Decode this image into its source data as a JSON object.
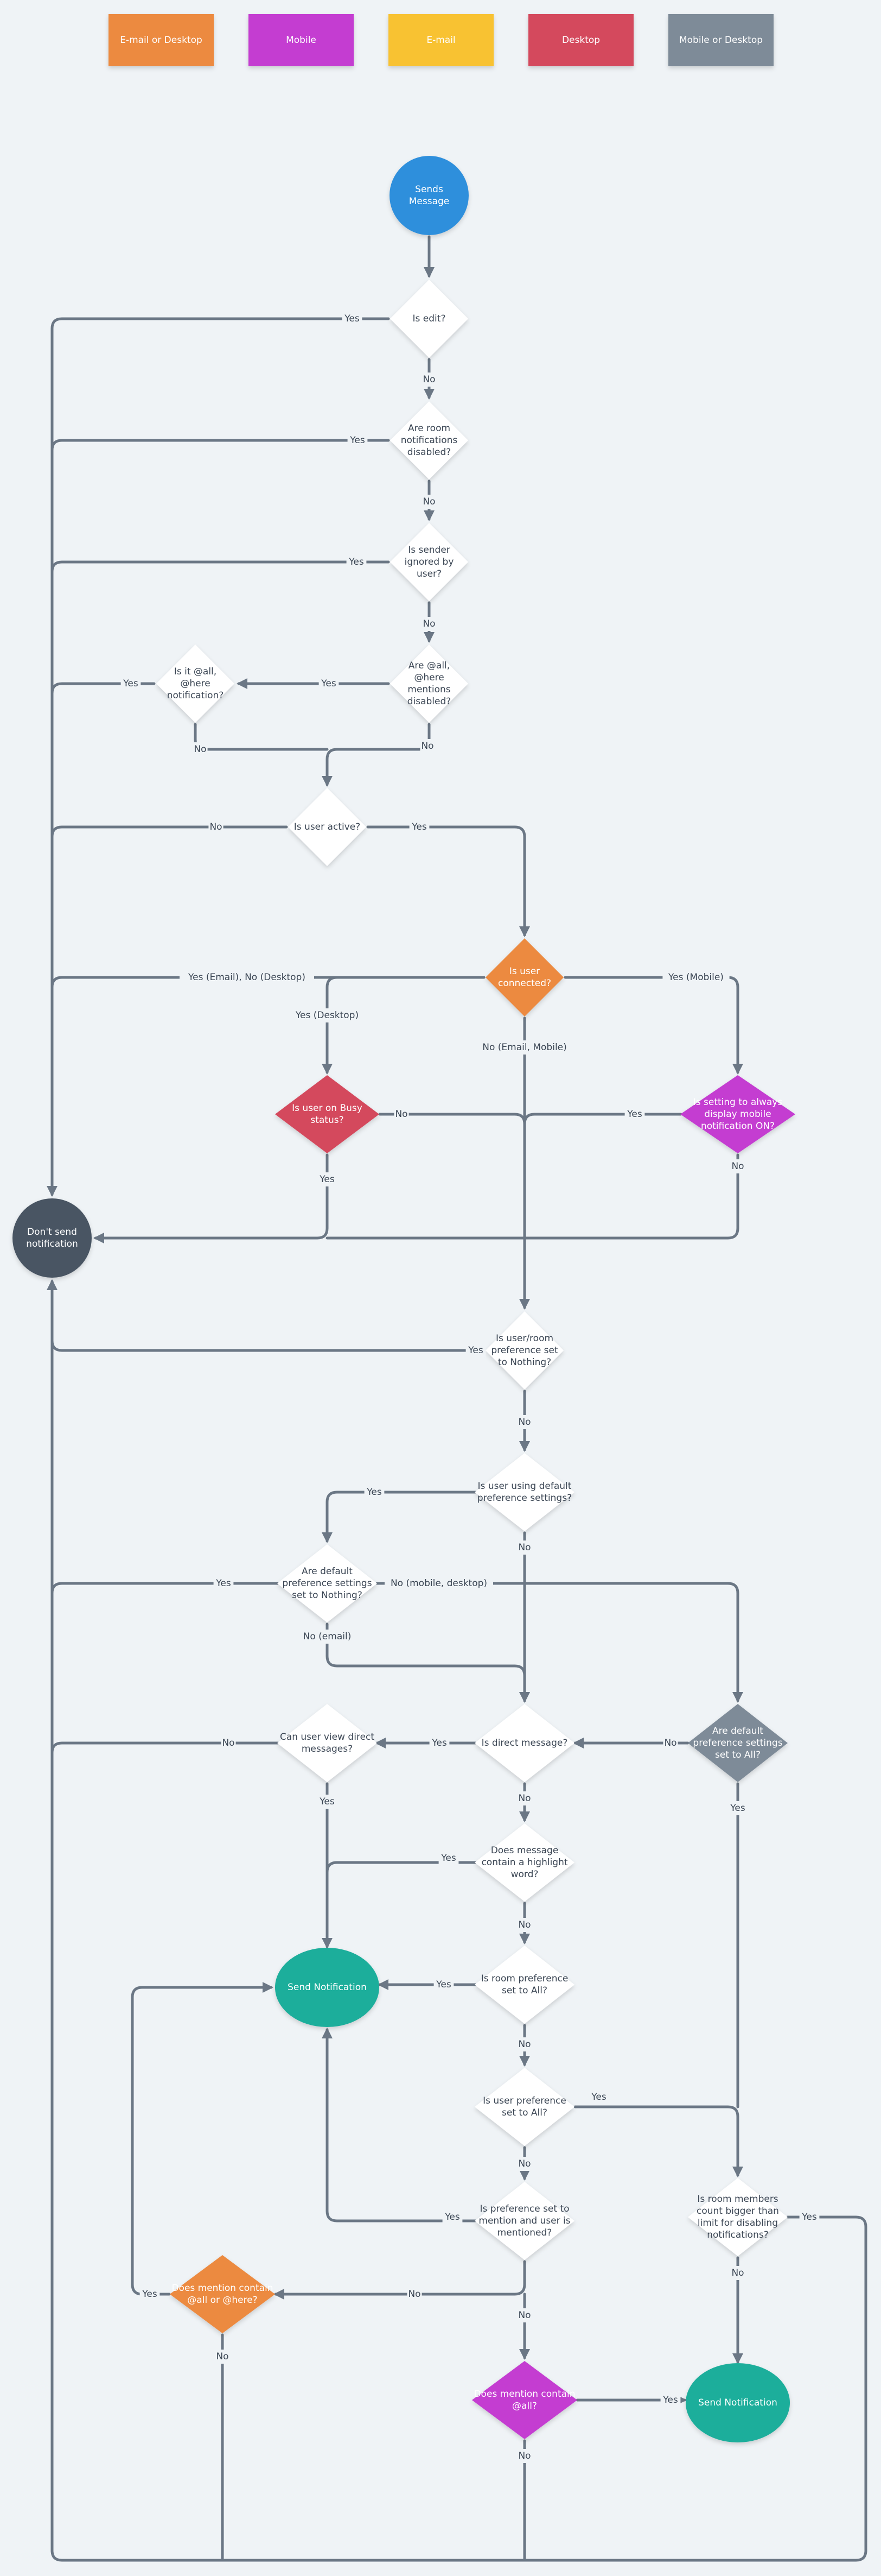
{
  "colors": {
    "orange": "#ec8a3f",
    "purple": "#c43ed1",
    "yellow": "#f8c232",
    "red": "#d44a5d",
    "slate": "#7e8b98",
    "blue": "#2f8fdc",
    "teal": "#1fae9b",
    "dark": "#485563",
    "white": "#ffffff",
    "edge": "#6b7785"
  },
  "legend": [
    {
      "id": "email-or-desktop",
      "label": "E-mail or Desktop",
      "color": "orange"
    },
    {
      "id": "mobile",
      "label": "Mobile",
      "color": "purple"
    },
    {
      "id": "email",
      "label": "E-mail",
      "color": "yellow"
    },
    {
      "id": "desktop",
      "label": "Desktop",
      "color": "red"
    },
    {
      "id": "mobile-or-desktop",
      "label": "Mobile or Desktop",
      "color": "slate"
    }
  ],
  "nodes": [
    {
      "id": "sends-message",
      "shape": "circle",
      "color": "blue",
      "lines": [
        "Sends",
        "Message"
      ]
    },
    {
      "id": "is-edit",
      "shape": "diamond",
      "color": "white",
      "lines": [
        "Is edit?"
      ]
    },
    {
      "id": "room-notif-disabled",
      "shape": "diamond",
      "color": "white",
      "lines": [
        "Are room",
        "notifications",
        "disabled?"
      ]
    },
    {
      "id": "sender-ignored",
      "shape": "diamond",
      "color": "white",
      "lines": [
        "Is sender",
        "ignored by",
        "user?"
      ]
    },
    {
      "id": "all-here-disabled",
      "shape": "diamond",
      "color": "white",
      "lines": [
        "Are @all,",
        "@here",
        "mentions",
        "disabled?"
      ]
    },
    {
      "id": "is-all-here-notif",
      "shape": "diamond",
      "color": "white",
      "lines": [
        "Is it @all,",
        "@here",
        "notification?"
      ]
    },
    {
      "id": "user-active",
      "shape": "diamond",
      "color": "white",
      "lines": [
        "Is user active?"
      ]
    },
    {
      "id": "user-connected",
      "shape": "diamond",
      "color": "orange",
      "lines": [
        "Is user",
        "connected?"
      ]
    },
    {
      "id": "user-busy",
      "shape": "diamond",
      "color": "red",
      "lines": [
        "Is user on Busy",
        "status?"
      ]
    },
    {
      "id": "always-mobile",
      "shape": "diamond",
      "color": "purple",
      "lines": [
        "Is setting to always",
        "display mobile",
        "notification ON?"
      ]
    },
    {
      "id": "dont-send",
      "shape": "circle",
      "color": "dark",
      "lines": [
        "Don't send",
        "notification"
      ]
    },
    {
      "id": "pref-nothing",
      "shape": "diamond",
      "color": "white",
      "lines": [
        "Is user/room",
        "preference set",
        "to Nothing?"
      ]
    },
    {
      "id": "using-default",
      "shape": "diamond",
      "color": "white",
      "lines": [
        "Is user using default",
        "preference settings?"
      ]
    },
    {
      "id": "default-nothing",
      "shape": "diamond",
      "color": "white",
      "lines": [
        "Are default",
        "preference settings",
        "set to Nothing?"
      ]
    },
    {
      "id": "is-direct",
      "shape": "diamond",
      "color": "white",
      "lines": [
        "Is direct message?"
      ]
    },
    {
      "id": "default-all",
      "shape": "diamond",
      "color": "slate",
      "lines": [
        "Are default",
        "preference settings",
        "set to All?"
      ]
    },
    {
      "id": "can-view-direct",
      "shape": "diamond",
      "color": "white",
      "lines": [
        "Can user view direct",
        "messages?"
      ]
    },
    {
      "id": "highlight-word",
      "shape": "diamond",
      "color": "white",
      "lines": [
        "Does message",
        "contain a highlight",
        "word?"
      ]
    },
    {
      "id": "send-notif-1",
      "shape": "ellipse",
      "color": "teal",
      "lines": [
        "Send Notification"
      ]
    },
    {
      "id": "room-pref-all",
      "shape": "diamond",
      "color": "white",
      "lines": [
        "Is room preference",
        "set to All?"
      ]
    },
    {
      "id": "user-pref-all",
      "shape": "diamond",
      "color": "white",
      "lines": [
        "Is user preference",
        "set to All?"
      ]
    },
    {
      "id": "room-members-limit",
      "shape": "diamond",
      "color": "white",
      "lines": [
        "Is room members",
        "count bigger than",
        "limit for disabling",
        "notifications?"
      ]
    },
    {
      "id": "pref-mention",
      "shape": "diamond",
      "color": "white",
      "lines": [
        "Is preference set to",
        "mention and user is",
        "mentioned?"
      ]
    },
    {
      "id": "mention-all-here",
      "shape": "diamond",
      "color": "orange",
      "lines": [
        "Does mention contain",
        "@all or @here?"
      ]
    },
    {
      "id": "mention-all",
      "shape": "diamond",
      "color": "purple",
      "lines": [
        "Does mention contain",
        "@all?"
      ]
    },
    {
      "id": "send-notif-2",
      "shape": "ellipse",
      "color": "teal",
      "lines": [
        "Send Notification"
      ]
    }
  ],
  "edge_labels": {
    "yes": "Yes",
    "no": "No",
    "yes_email_no_desktop": "Yes (Email), No (Desktop)",
    "yes_mobile": "Yes (Mobile)",
    "yes_desktop": "Yes (Desktop)",
    "no_email_mobile": "No (Email, Mobile)",
    "no_mobile_desktop": "No (mobile, desktop)",
    "no_email": "No (email)"
  }
}
